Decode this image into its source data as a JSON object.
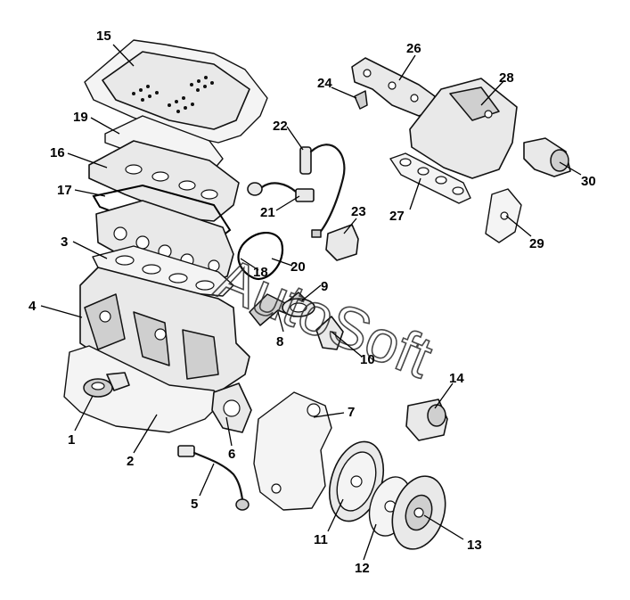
{
  "diagram": {
    "watermark": "AutoSoft",
    "callouts": [
      {
        "id": "c1",
        "text": "1"
      },
      {
        "id": "c2",
        "text": "2"
      },
      {
        "id": "c3",
        "text": "3"
      },
      {
        "id": "c4",
        "text": "4"
      },
      {
        "id": "c5",
        "text": "5"
      },
      {
        "id": "c6",
        "text": "6"
      },
      {
        "id": "c7",
        "text": "7"
      },
      {
        "id": "c8",
        "text": "8"
      },
      {
        "id": "c9",
        "text": "9"
      },
      {
        "id": "c10",
        "text": "10"
      },
      {
        "id": "c11",
        "text": "11"
      },
      {
        "id": "c12",
        "text": "12"
      },
      {
        "id": "c13",
        "text": "13"
      },
      {
        "id": "c14",
        "text": "14"
      },
      {
        "id": "c15",
        "text": "15"
      },
      {
        "id": "c16",
        "text": "16"
      },
      {
        "id": "c17",
        "text": "17"
      },
      {
        "id": "c18",
        "text": "18"
      },
      {
        "id": "c19",
        "text": "19"
      },
      {
        "id": "c20",
        "text": "20"
      },
      {
        "id": "c21",
        "text": "21"
      },
      {
        "id": "c22",
        "text": "22"
      },
      {
        "id": "c23",
        "text": "23"
      },
      {
        "id": "c24",
        "text": "24"
      },
      {
        "id": "c26",
        "text": "26"
      },
      {
        "id": "c27",
        "text": "27"
      },
      {
        "id": "c28",
        "text": "28"
      },
      {
        "id": "c29",
        "text": "29"
      },
      {
        "id": "c30",
        "text": "30"
      }
    ]
  }
}
